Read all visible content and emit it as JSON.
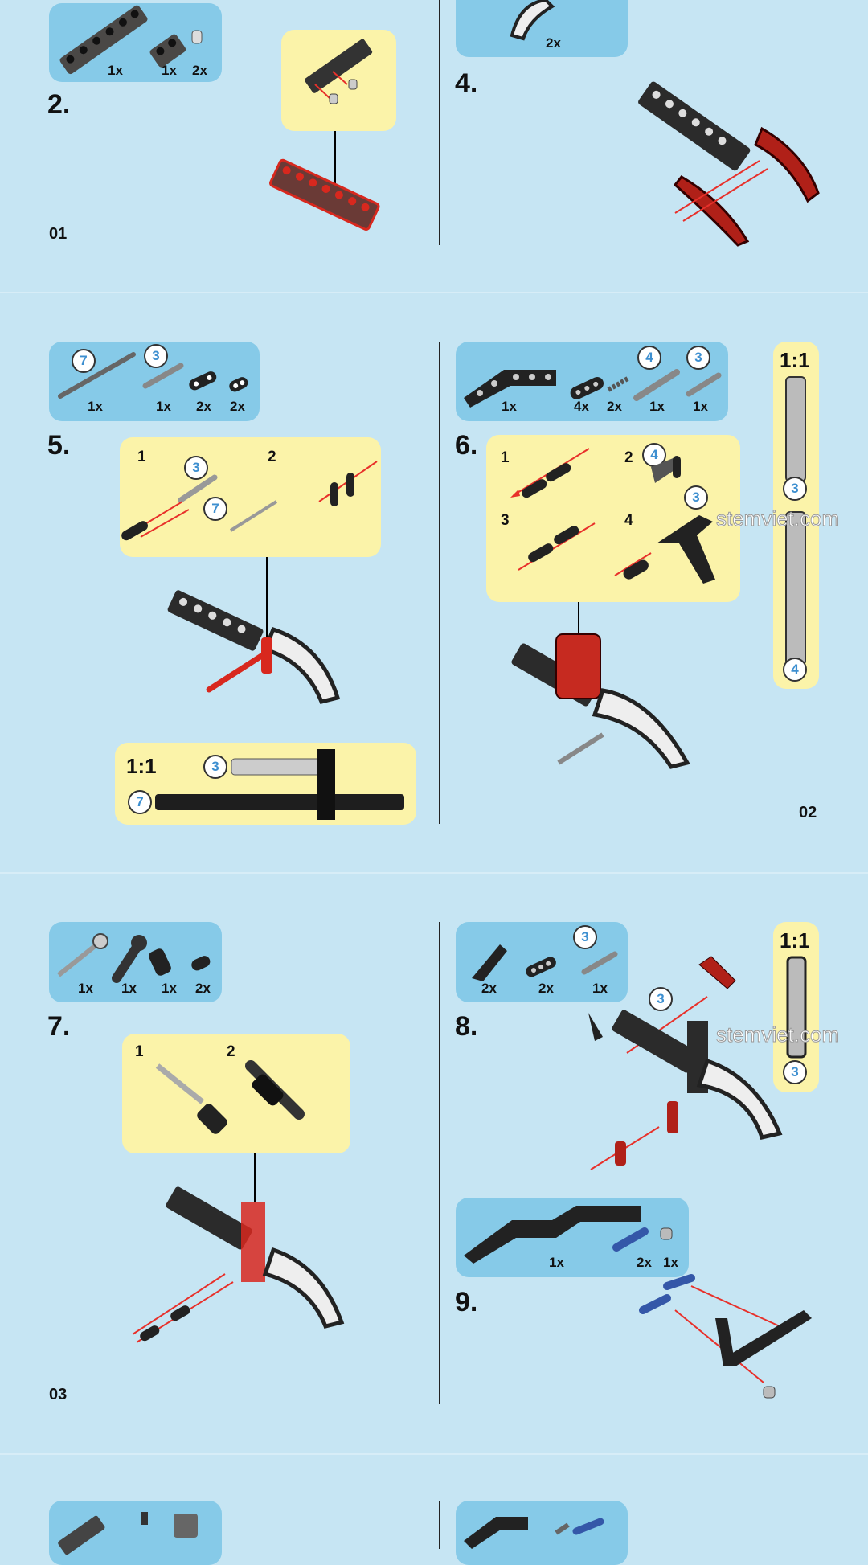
{
  "watermark": "stemviet.com",
  "colors": {
    "background": "#c6e5f3",
    "parts_box": "#86cae8",
    "callout": "#fbf3a9",
    "arrow": "#e8302a",
    "highlight": "#d8281e"
  },
  "pages": [
    "01",
    "02",
    "03"
  ],
  "steps": {
    "s2": {
      "number": "2.",
      "parts": [
        "1x",
        "1x",
        "2x"
      ]
    },
    "s4": {
      "number": "4.",
      "parts": [
        "2x"
      ]
    },
    "s5": {
      "number": "5.",
      "parts": [
        "1x",
        "1x",
        "2x",
        "2x"
      ],
      "part_lengths": [
        "7",
        "3"
      ],
      "substeps": [
        "1",
        "2"
      ],
      "callouts": [
        "3",
        "7"
      ],
      "scale": {
        "label": "1:1",
        "lengths": [
          "3",
          "7"
        ]
      }
    },
    "s6": {
      "number": "6.",
      "parts": [
        "1x",
        "4x",
        "2x",
        "1x",
        "1x"
      ],
      "part_lengths": [
        "4",
        "3"
      ],
      "substeps": [
        "1",
        "2",
        "3",
        "4"
      ],
      "callouts": [
        "4",
        "3"
      ],
      "scale": {
        "label": "1:1",
        "lengths": [
          "3",
          "4"
        ]
      }
    },
    "s7": {
      "number": "7.",
      "parts": [
        "1x",
        "1x",
        "1x",
        "2x"
      ],
      "substeps": [
        "1",
        "2"
      ]
    },
    "s8": {
      "number": "8.",
      "parts": [
        "2x",
        "2x",
        "1x"
      ],
      "part_lengths": [
        "3"
      ],
      "callouts": [
        "3"
      ],
      "scale": {
        "label": "1:1",
        "lengths": [
          "3"
        ]
      }
    },
    "s9": {
      "number": "9.",
      "parts": [
        "1x",
        "2x",
        "1x"
      ]
    }
  }
}
